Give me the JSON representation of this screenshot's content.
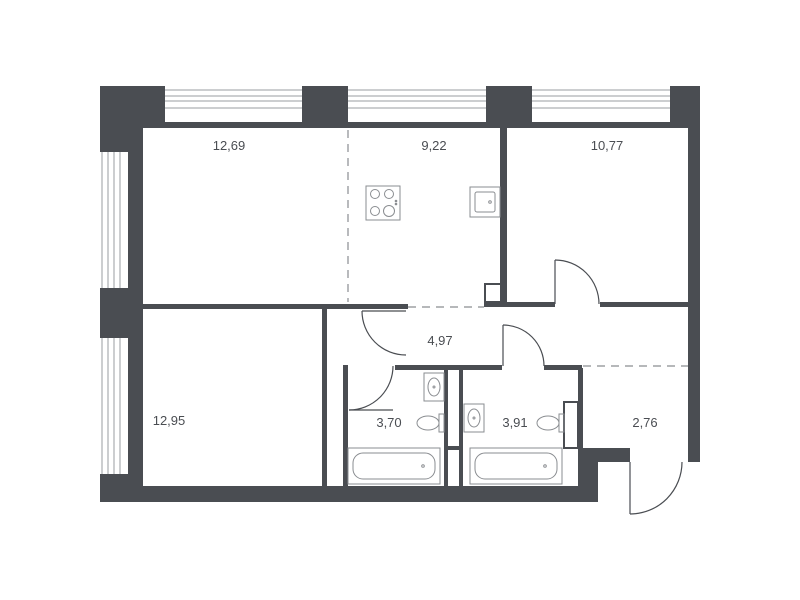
{
  "theme": {
    "wall": "#4a4d52",
    "window": "#9a9da1",
    "fixture": "#8a8d91",
    "paper": "#ffffff"
  },
  "rooms": [
    {
      "id": "living-room",
      "area": "12,69"
    },
    {
      "id": "kitchen",
      "area": "9,22"
    },
    {
      "id": "bedroom-right",
      "area": "10,77"
    },
    {
      "id": "bedroom-left",
      "area": "12,95"
    },
    {
      "id": "hallway",
      "area": "4,97"
    },
    {
      "id": "bathroom-1",
      "area": "3,70"
    },
    {
      "id": "bathroom-2",
      "area": "3,91"
    },
    {
      "id": "entry-hall",
      "area": "2,76"
    }
  ]
}
